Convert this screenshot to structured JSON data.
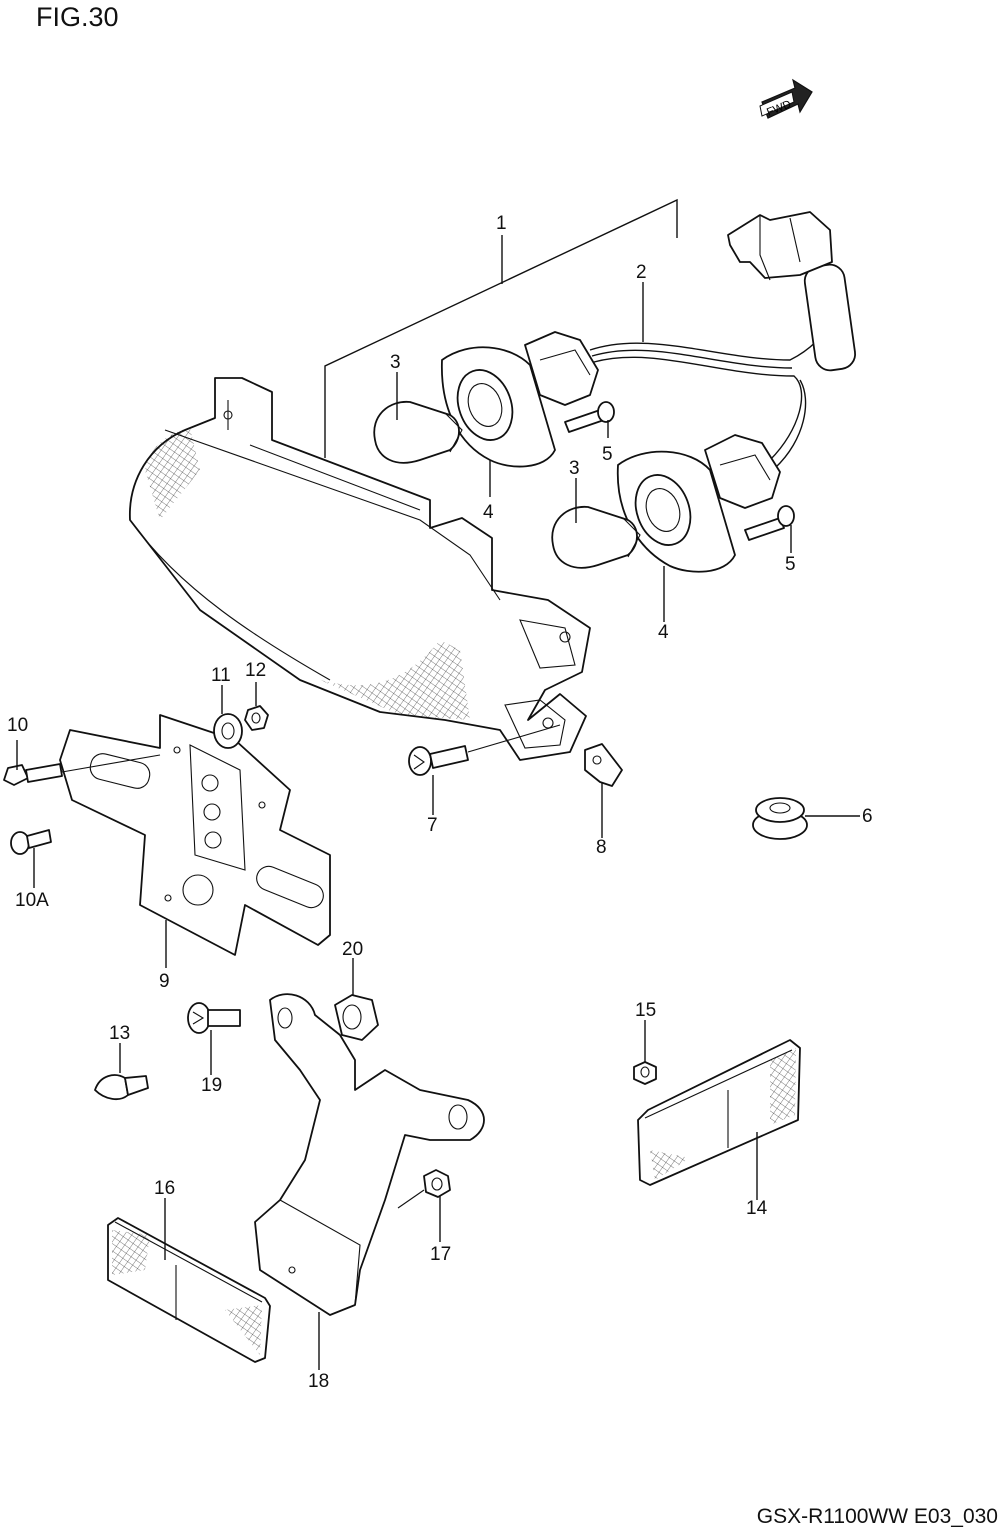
{
  "figure": {
    "title": "FIG.30",
    "drawing_code": "GSX-R1100WW E03_030",
    "direction_badge": "FWD"
  },
  "callouts": [
    {
      "id": "1",
      "label": "1"
    },
    {
      "id": "2",
      "label": "2"
    },
    {
      "id": "3a",
      "label": "3"
    },
    {
      "id": "3b",
      "label": "3"
    },
    {
      "id": "4a",
      "label": "4"
    },
    {
      "id": "4b",
      "label": "4"
    },
    {
      "id": "5a",
      "label": "5"
    },
    {
      "id": "5b",
      "label": "5"
    },
    {
      "id": "6",
      "label": "6"
    },
    {
      "id": "7",
      "label": "7"
    },
    {
      "id": "8",
      "label": "8"
    },
    {
      "id": "9",
      "label": "9"
    },
    {
      "id": "10",
      "label": "10"
    },
    {
      "id": "10A",
      "label": "10A"
    },
    {
      "id": "11",
      "label": "11"
    },
    {
      "id": "12",
      "label": "12"
    },
    {
      "id": "13",
      "label": "13"
    },
    {
      "id": "14",
      "label": "14"
    },
    {
      "id": "15",
      "label": "15"
    },
    {
      "id": "16",
      "label": "16"
    },
    {
      "id": "17",
      "label": "17"
    },
    {
      "id": "18",
      "label": "18"
    },
    {
      "id": "19",
      "label": "19"
    },
    {
      "id": "20",
      "label": "20"
    }
  ]
}
